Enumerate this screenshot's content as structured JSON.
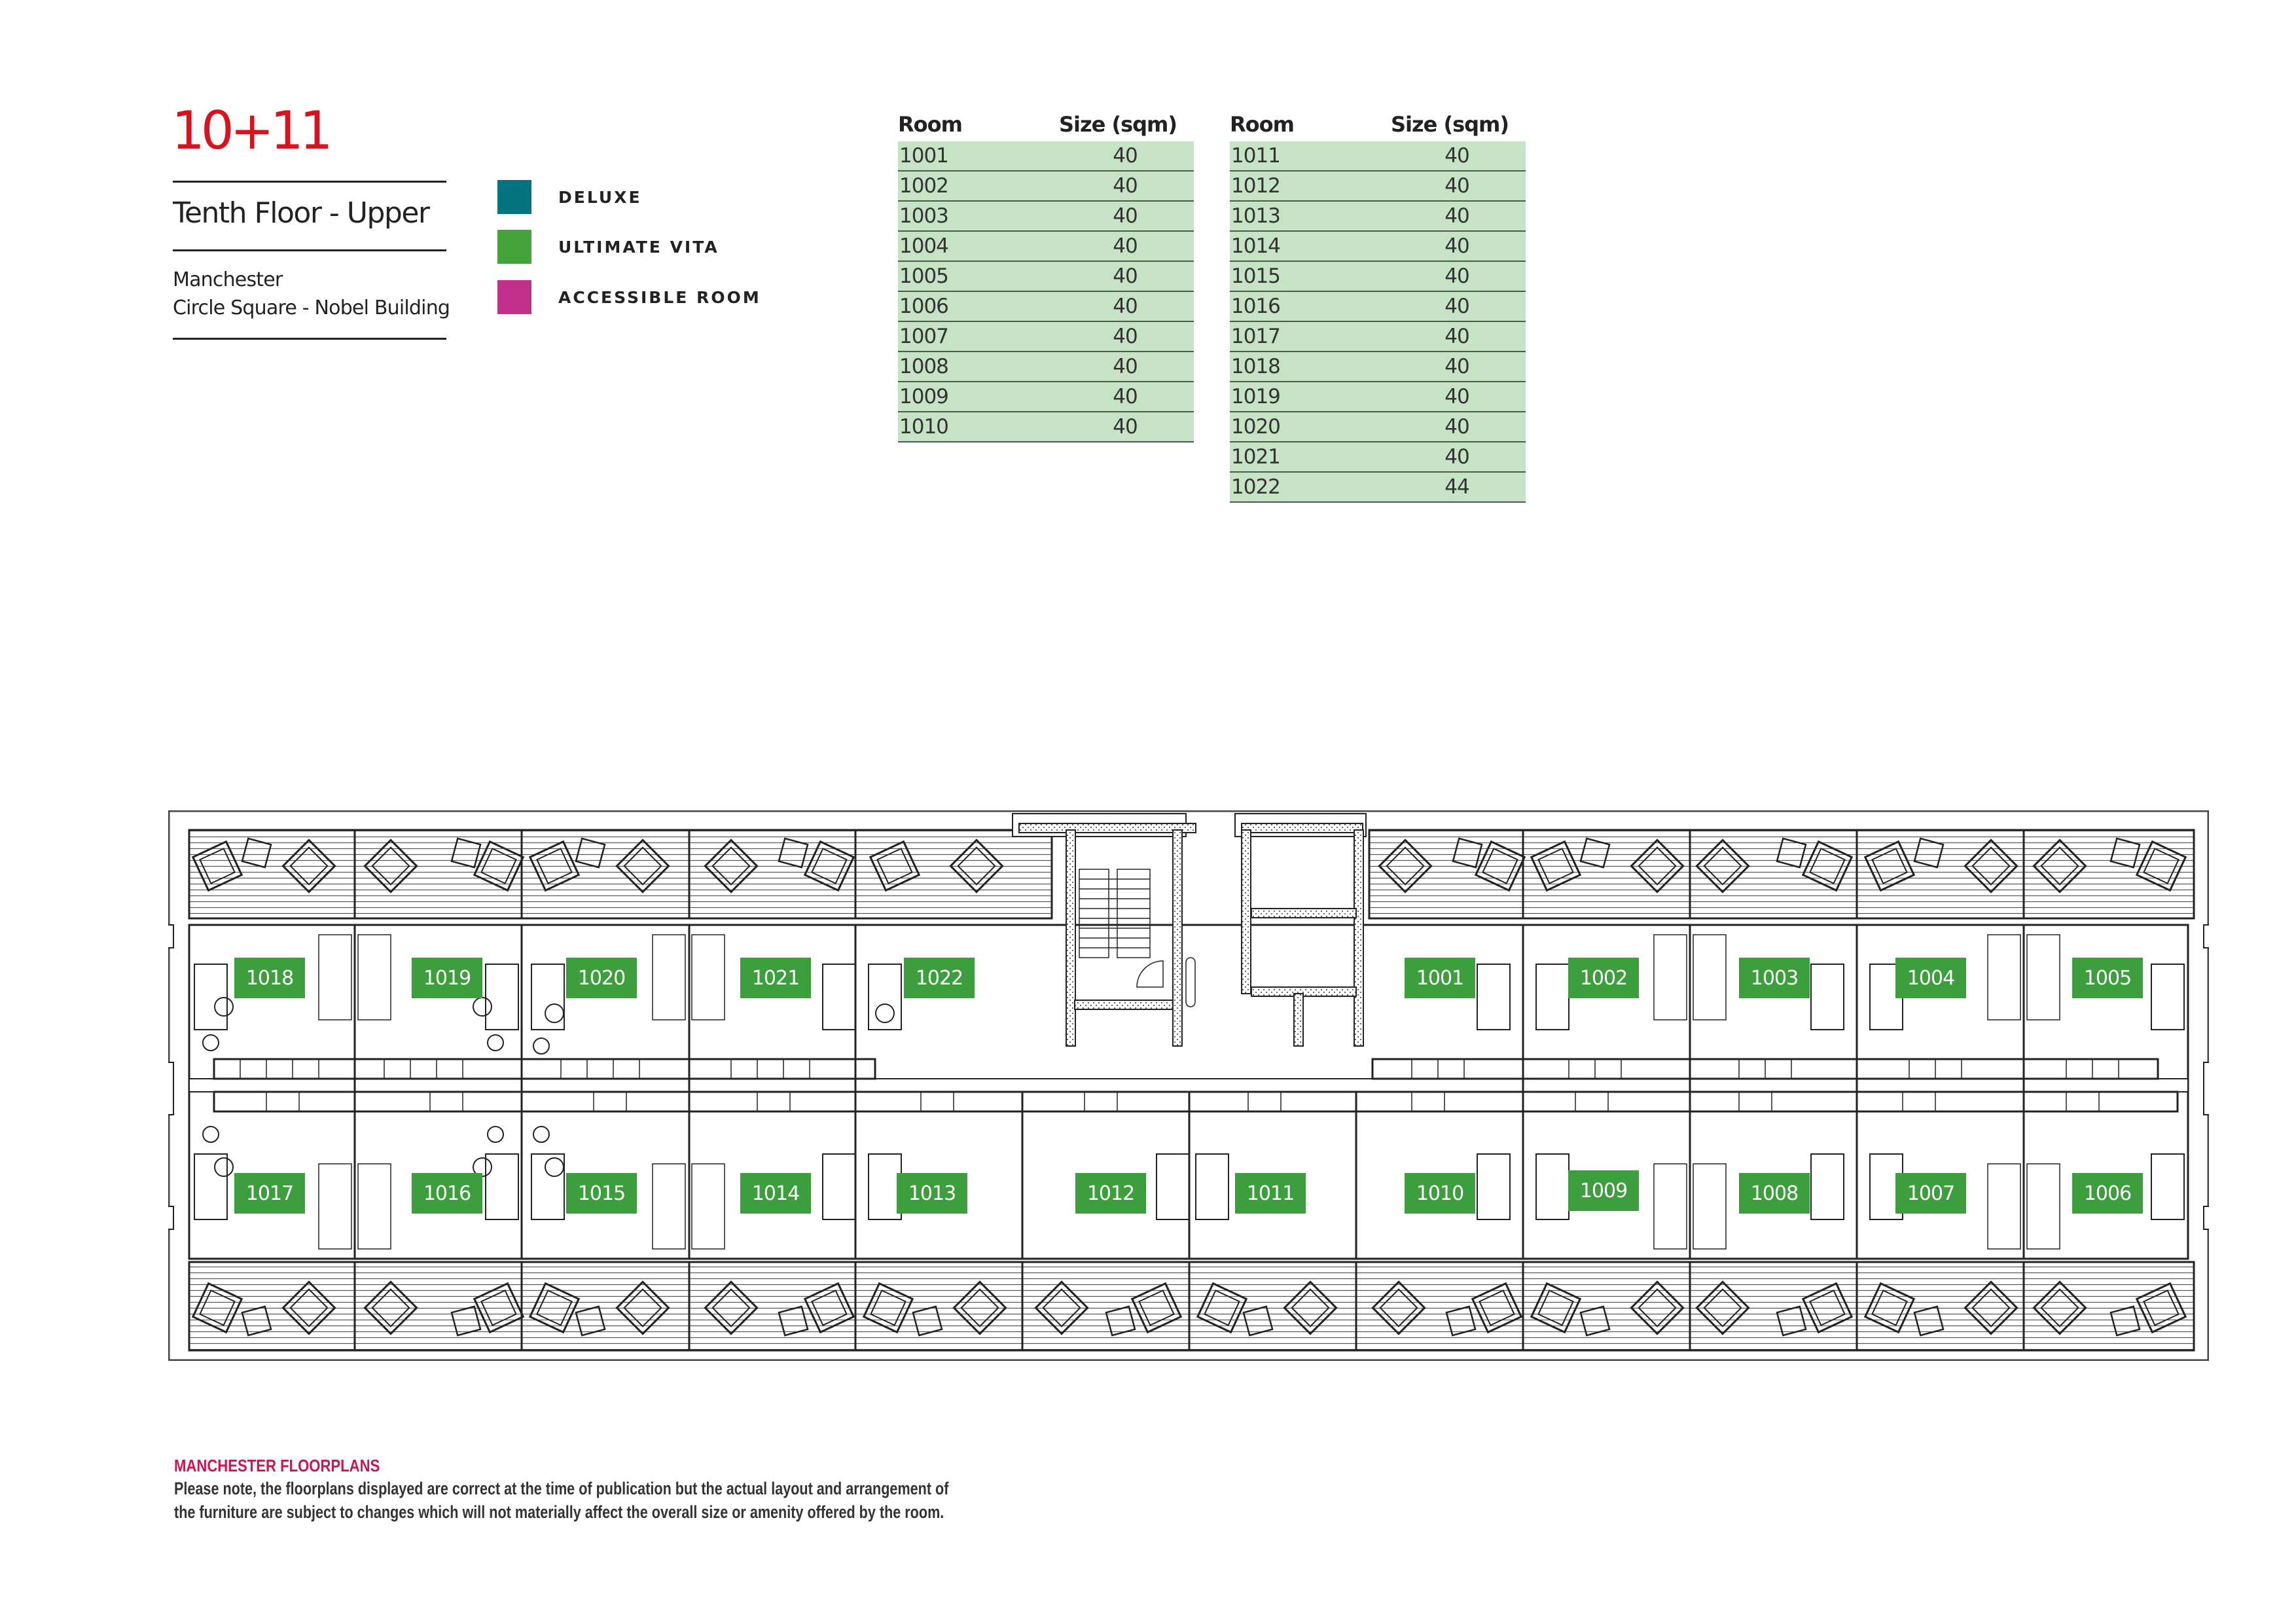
{
  "header": {
    "floor_number": "10+11",
    "floor_title": "Tenth Floor - Upper",
    "location_city": "Manchester",
    "location_building": "Circle Square - Nobel Building"
  },
  "legend": [
    {
      "label": "DELUXE",
      "color": "#05737f"
    },
    {
      "label": "ULTIMATE VITA",
      "color": "#44a33a"
    },
    {
      "label": "ACCESSIBLE ROOM",
      "color": "#c13189"
    }
  ],
  "tables": [
    {
      "headers": {
        "room": "Room",
        "size": "Size (sqm)"
      },
      "rows": [
        {
          "room": "1001",
          "size": "40"
        },
        {
          "room": "1002",
          "size": "40"
        },
        {
          "room": "1003",
          "size": "40"
        },
        {
          "room": "1004",
          "size": "40"
        },
        {
          "room": "1005",
          "size": "40"
        },
        {
          "room": "1006",
          "size": "40"
        },
        {
          "room": "1007",
          "size": "40"
        },
        {
          "room": "1008",
          "size": "40"
        },
        {
          "room": "1009",
          "size": "40"
        },
        {
          "room": "1010",
          "size": "40"
        }
      ]
    },
    {
      "headers": {
        "room": "Room",
        "size": "Size (sqm)"
      },
      "rows": [
        {
          "room": "1011",
          "size": "40"
        },
        {
          "room": "1012",
          "size": "40"
        },
        {
          "room": "1013",
          "size": "40"
        },
        {
          "room": "1014",
          "size": "40"
        },
        {
          "room": "1015",
          "size": "40"
        },
        {
          "room": "1016",
          "size": "40"
        },
        {
          "room": "1017",
          "size": "40"
        },
        {
          "room": "1018",
          "size": "40"
        },
        {
          "room": "1019",
          "size": "40"
        },
        {
          "room": "1020",
          "size": "40"
        },
        {
          "room": "1021",
          "size": "40"
        },
        {
          "room": "1022",
          "size": "44"
        }
      ]
    }
  ],
  "floorplan": {
    "label_color": "#3c9e3c",
    "top_row": [
      "1018",
      "1019",
      "1020",
      "1021",
      "1022",
      "1001",
      "1002",
      "1003",
      "1004",
      "1005"
    ],
    "bottom_row": [
      "1017",
      "1016",
      "1015",
      "1014",
      "1013",
      "1012",
      "1011",
      "1010",
      "1009",
      "1008",
      "1007",
      "1006"
    ]
  },
  "footer": {
    "title": "MANCHESTER FLOORPLANS",
    "line1": "Please note, the floorplans displayed are correct at the time of publication but the actual layout and arrangement of",
    "line2": "the furniture are subject to changes which will not materially affect the overall size or amenity offered by the room."
  }
}
